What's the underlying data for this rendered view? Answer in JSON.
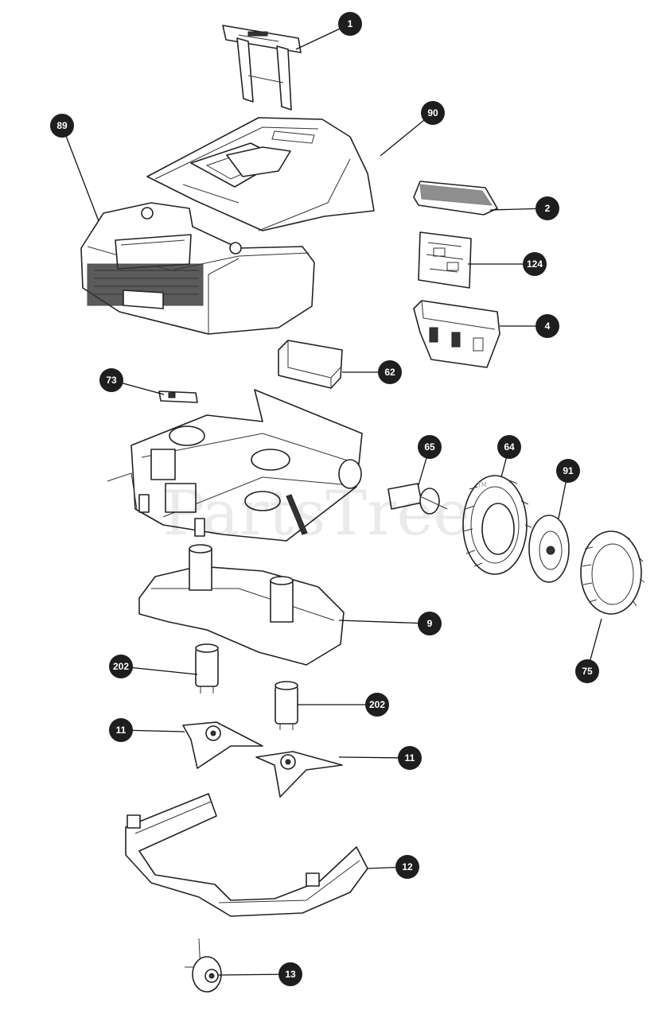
{
  "watermark": "PartsTree",
  "watermark_mark": "TM",
  "callouts": [
    {
      "id": "c1",
      "label": "1"
    },
    {
      "id": "c90",
      "label": "90"
    },
    {
      "id": "c89",
      "label": "89"
    },
    {
      "id": "c2",
      "label": "2"
    },
    {
      "id": "c124",
      "label": "124"
    },
    {
      "id": "c4",
      "label": "4"
    },
    {
      "id": "c62",
      "label": "62"
    },
    {
      "id": "c73",
      "label": "73"
    },
    {
      "id": "c65",
      "label": "65"
    },
    {
      "id": "c64",
      "label": "64"
    },
    {
      "id": "c91",
      "label": "91"
    },
    {
      "id": "c9",
      "label": "9"
    },
    {
      "id": "c75",
      "label": "75"
    },
    {
      "id": "c202a",
      "label": "202"
    },
    {
      "id": "c202b",
      "label": "202"
    },
    {
      "id": "c11a",
      "label": "11"
    },
    {
      "id": "c11b",
      "label": "11"
    },
    {
      "id": "c12",
      "label": "12"
    },
    {
      "id": "c13",
      "label": "13"
    }
  ]
}
